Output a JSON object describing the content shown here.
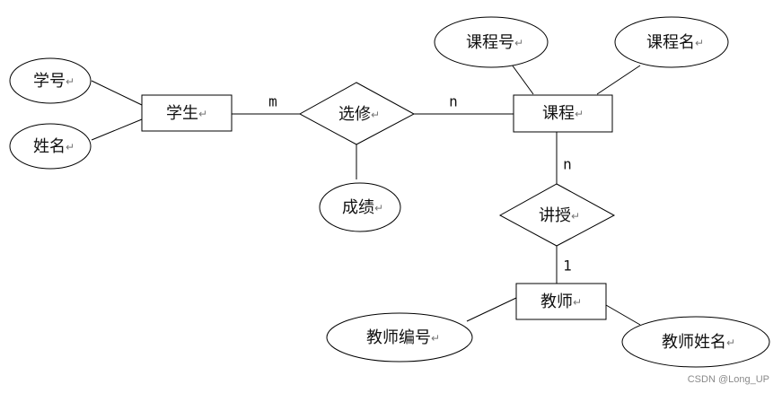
{
  "entities": [
    {
      "key": "student",
      "label": "学生"
    },
    {
      "key": "course",
      "label": "课程"
    },
    {
      "key": "teacher",
      "label": "教师"
    }
  ],
  "relationships": [
    {
      "key": "enroll",
      "label": "选修"
    },
    {
      "key": "teach",
      "label": "讲授"
    }
  ],
  "attributes": [
    {
      "key": "student-id",
      "label": "学号"
    },
    {
      "key": "student-name",
      "label": "姓名"
    },
    {
      "key": "grade",
      "label": "成绩"
    },
    {
      "key": "course-id",
      "label": "课程号"
    },
    {
      "key": "course-name",
      "label": "课程名"
    },
    {
      "key": "teacher-id",
      "label": "教师编号"
    },
    {
      "key": "teacher-name",
      "label": "教师姓名"
    }
  ],
  "cardinalities": [
    {
      "key": "student-enroll",
      "label": "m"
    },
    {
      "key": "enroll-course",
      "label": "n"
    },
    {
      "key": "course-teach",
      "label": "n"
    },
    {
      "key": "teach-teacher",
      "label": "1"
    }
  ],
  "paragraph_mark": "↵",
  "watermark": "CSDN @Long_UP"
}
